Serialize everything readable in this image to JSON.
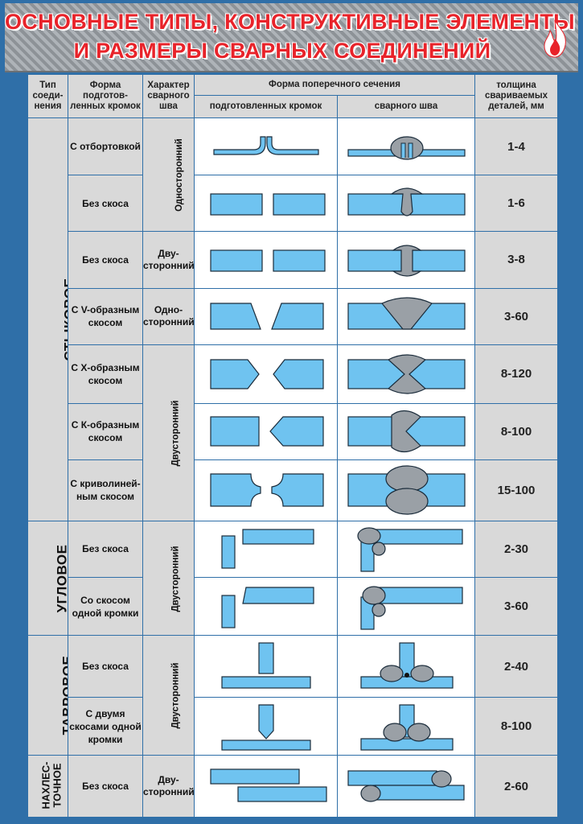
{
  "header": {
    "title_line1": "ОСНОВНЫЕ ТИПЫ, КОНСТРУКТИВНЫЕ ЭЛЕМЕНТЫ",
    "title_line2": "И РАЗМЕРЫ СВАРНЫХ СОЕДИНЕНИЙ",
    "logo_icon": "flame-icon"
  },
  "colors": {
    "frame": "#2f6fa8",
    "title": "#e8232a",
    "metal": "#6fc3f0",
    "weld": "#9aa0a6",
    "cell_gray": "#d9d9d9"
  },
  "columns": {
    "type": "Тип соеди-нения",
    "form": "Форма подготов-ленных кромок",
    "character": "Характер сварного шва",
    "section": "Форма поперечного сечения",
    "section_prepared": "подготовленных кромок",
    "section_weld": "сварного шва",
    "thickness": "толщина свариваемых деталей, мм"
  },
  "types": {
    "butt": "СТЫКОВОЕ",
    "corner": "УГЛОВОЕ",
    "tee": "ТАВРОВОЕ",
    "lap_line1": "НАХЛЕС-",
    "lap_line2": "ТОЧНОЕ"
  },
  "characters": {
    "one_sided": "Односторонний",
    "two_sided": "Двусторонний",
    "two_sided_split_1": "Дву-",
    "two_sided_split_2": "сторонний",
    "one_sided_split_1": "Одно-",
    "one_sided_split_2": "сторонний"
  },
  "rows": [
    {
      "form": "С отбортовкой",
      "thickness": "1-4"
    },
    {
      "form": "Без скоса",
      "thickness": "1-6"
    },
    {
      "form": "Без скоса",
      "thickness": "3-8"
    },
    {
      "form": "С V-образным скосом",
      "thickness": "3-60"
    },
    {
      "form": "С X-образным скосом",
      "thickness": "8-120"
    },
    {
      "form": "С К-образным скосом",
      "thickness": "8-100"
    },
    {
      "form": "С криволиней-ным скосом",
      "thickness": "15-100"
    },
    {
      "form": "Без скоса",
      "thickness": "2-30"
    },
    {
      "form": "Со скосом одной кромки",
      "thickness": "3-60"
    },
    {
      "form": "Без скоса",
      "thickness": "2-40"
    },
    {
      "form": "С двумя скосами одной кромки",
      "thickness": "8-100"
    },
    {
      "form": "Без скоса",
      "thickness": "2-60"
    }
  ]
}
